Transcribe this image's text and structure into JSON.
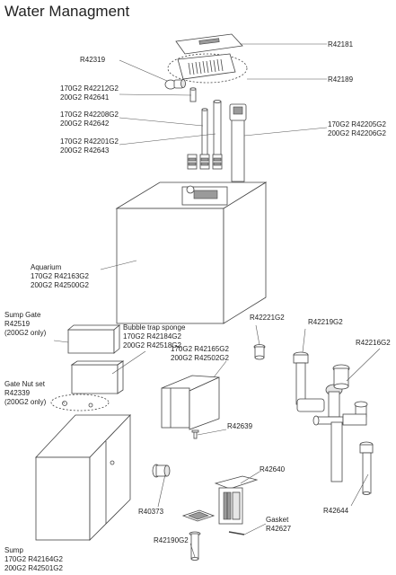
{
  "title": "Water Managment",
  "labels": {
    "r42181": "R42181",
    "r42319": "R42319",
    "r42189": "R42189",
    "r42212_a": "170G2 R42212G2",
    "r42212_b": "200G2 R42641",
    "r42208_a": "170G2 R42208G2",
    "r42208_b": "200G2 R42642",
    "r42201_a": "170G2 R42201G2",
    "r42201_b": "200G2 R42643",
    "r42205_a": "170G2 R42205G2",
    "r42205_b": "200G2 R42206G2",
    "aquarium_a": "Aquarium",
    "aquarium_b": "170G2 R42163G2",
    "aquarium_c": "200G2 R42500G2",
    "sumpgate_a": "Sump Gate",
    "sumpgate_b": "R42519",
    "sumpgate_c": "(200G2 only)",
    "bubble_a": "Bubble trap sponge",
    "bubble_b": "170G2 R42184G2",
    "bubble_c": "200G2 R42518G2",
    "r42221": "R42221G2",
    "r42219": "R42219G2",
    "r42216": "R42216G2",
    "r42165_a": "170G2 R42165G2",
    "r42165_b": "200G2 R42502G2",
    "gatenut_a": "Gate Nut set",
    "gatenut_b": "R42339",
    "gatenut_c": "(200G2 only)",
    "r42639": "R42639",
    "r42640": "R42640",
    "r40373": "R40373",
    "r42644": "R42644",
    "r42190": "R42190G2",
    "gasket_a": "Gasket",
    "gasket_b": "R42627",
    "sump_a": "Sump",
    "sump_b": "170G2 R42164G2",
    "sump_c": "200G2 R42501G2"
  }
}
